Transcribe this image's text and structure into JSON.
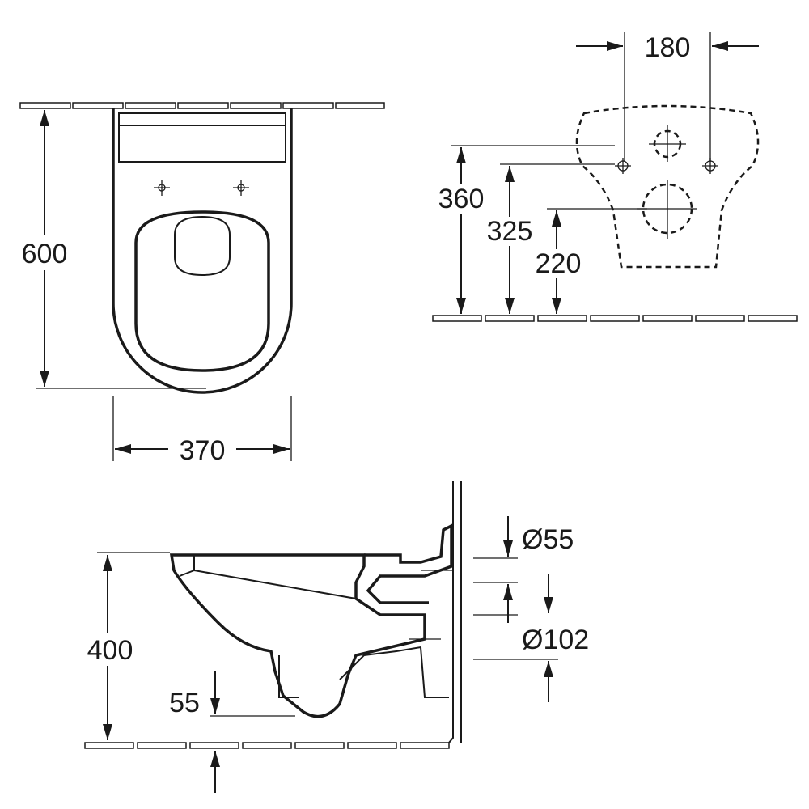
{
  "drawing": {
    "top_view": {
      "depth_label": "600",
      "width_label": "370"
    },
    "wall_view": {
      "hole_spacing_label": "180",
      "height_360_label": "360",
      "height_325_label": "325",
      "height_220_label": "220"
    },
    "side_view": {
      "height_label": "400",
      "floor_gap_label": "55",
      "inlet_diameter_label": "Ø55",
      "outlet_diameter_label": "Ø102"
    }
  }
}
